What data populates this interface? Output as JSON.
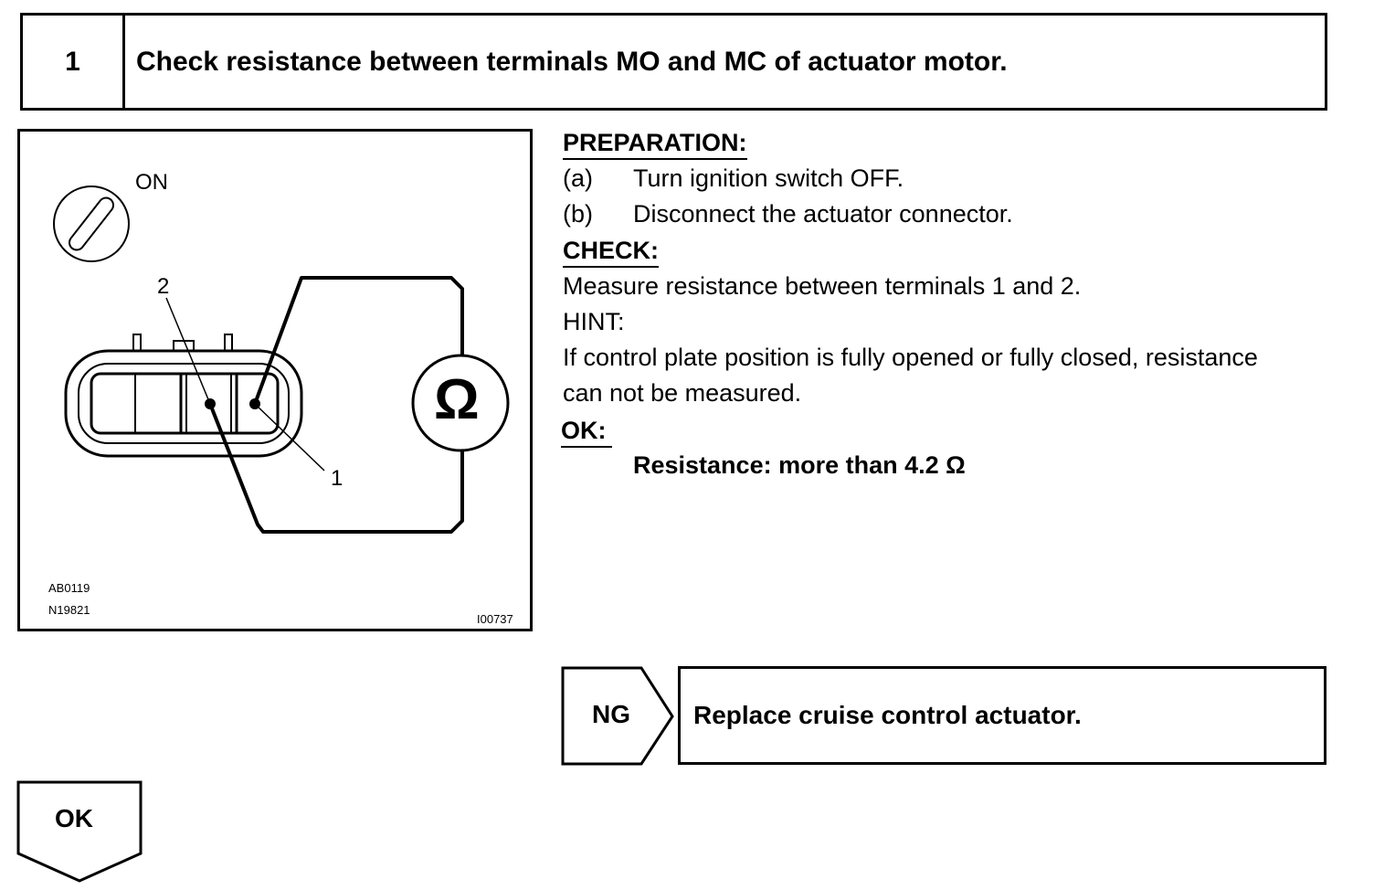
{
  "step": {
    "number": "1",
    "title": "Check resistance between terminals MO and MC of actuator motor."
  },
  "diagram": {
    "switch_label": "ON",
    "terminal_2": "2",
    "terminal_1": "1",
    "meter_symbol": "Ω",
    "codes": [
      "AB0119",
      "N19821"
    ],
    "figure_id": "I00737"
  },
  "preparation": {
    "heading": "PREPARATION:",
    "items": [
      {
        "marker": "(a)",
        "text": "Turn ignition switch OFF."
      },
      {
        "marker": "(b)",
        "text": "Disconnect the actuator connector."
      }
    ]
  },
  "check": {
    "heading": "CHECK:",
    "text": "Measure resistance between terminals 1 and 2."
  },
  "hint": {
    "heading": "HINT:",
    "lines": [
      "If control plate position is fully opened or fully closed, resistance",
      "can not be measured."
    ]
  },
  "ok_spec": {
    "heading": "OK:",
    "text": "Resistance: more than 4.2 Ω"
  },
  "ng": {
    "tag": "NG",
    "action": "Replace cruise control actuator."
  },
  "ok": {
    "tag": "OK"
  }
}
